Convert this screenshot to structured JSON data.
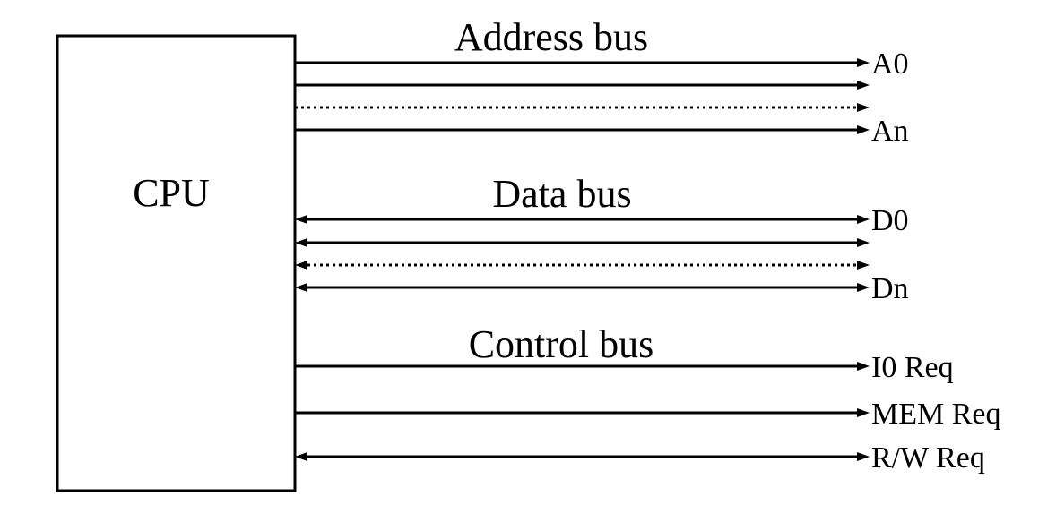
{
  "cpu": {
    "label": "CPU"
  },
  "buses": [
    {
      "title": "Address bus",
      "lines": [
        {
          "label": "A0",
          "direction": "out",
          "style": "solid"
        },
        {
          "label": "",
          "direction": "out",
          "style": "solid"
        },
        {
          "label": "",
          "direction": "out",
          "style": "dotted"
        },
        {
          "label": "An",
          "direction": "out",
          "style": "solid"
        }
      ]
    },
    {
      "title": "Data bus",
      "lines": [
        {
          "label": "D0",
          "direction": "both",
          "style": "solid"
        },
        {
          "label": "",
          "direction": "both",
          "style": "solid"
        },
        {
          "label": "",
          "direction": "both",
          "style": "dotted"
        },
        {
          "label": "Dn",
          "direction": "both",
          "style": "solid"
        }
      ]
    },
    {
      "title": "Control bus",
      "lines": [
        {
          "label": "I0 Req",
          "direction": "out",
          "style": "solid"
        },
        {
          "label": "MEM Req",
          "direction": "out",
          "style": "solid"
        },
        {
          "label": "R/W Req",
          "direction": "both",
          "style": "solid"
        }
      ]
    }
  ]
}
